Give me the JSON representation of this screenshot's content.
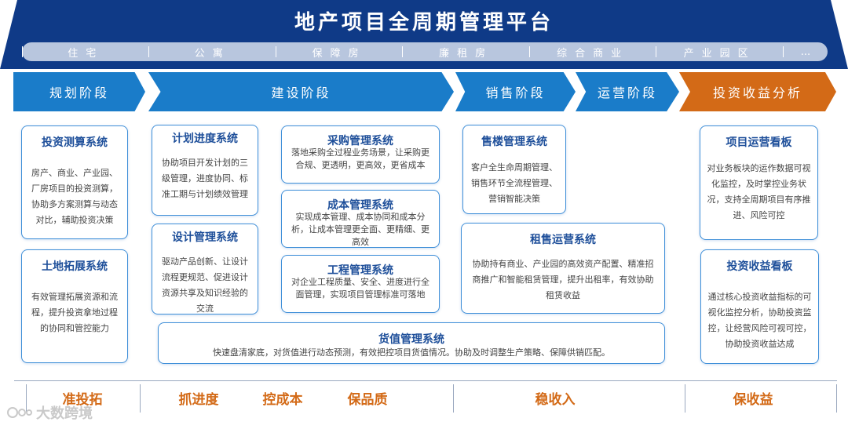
{
  "header": {
    "title": "地产项目全周期管理平台",
    "types": [
      "住宅",
      "公寓",
      "保障房",
      "廉租房",
      "综合商业",
      "产业园区",
      "..."
    ]
  },
  "stages": [
    "规划阶段",
    "建设阶段",
    "销售阶段",
    "运营阶段",
    "投资收益分析"
  ],
  "systems": {
    "investment_calc": {
      "title": "投资测算系统",
      "desc": "房产、商业、产业园、厂房项目的投资测算，协助多方案测算与动态对比，辅助投资决策"
    },
    "land_expansion": {
      "title": "土地拓展系统",
      "desc": "有效管理拓展资源和流程，提升投资拿地过程的协同和管控能力"
    },
    "plan_progress": {
      "title": "计划进度系统",
      "desc": "协助项目开发计划的三级管理，进度协同、标准工期与计划绩效管理"
    },
    "design_mgmt": {
      "title": "设计管理系统",
      "desc": "驱动产品创新、让设计流程更规范、促进设计资源共享及知识经验的交流"
    },
    "procurement": {
      "title": "采购管理系统",
      "desc": "落地采购全过程业务场景，让采购更合规、更透明，更高效，更省成本"
    },
    "cost_mgmt": {
      "title": "成本管理系统",
      "desc": "实现成本管理、成本协同和成本分析，让成本管理更全面、更精细、更高效"
    },
    "engineering": {
      "title": "工程管理系统",
      "desc": "对企业工程质量、安全、进度进行全面管理，实现项目管理标准可落地"
    },
    "sales": {
      "title": "售楼管理系统",
      "desc": "客户全生命周期管理、销售环节全流程管理、营销智能决策"
    },
    "leasing": {
      "title": "租售运营系统",
      "desc": "协助持有商业、产业园的高效资产配置、精准招商推广和智能租赁管理，提升出租率，有效协助租赁收益"
    },
    "ops_board": {
      "title": "项目运营看板",
      "desc": "对业务板块的运作数据可视化监控，及时掌控业务状况，支持全周期项目有序推进、风险可控"
    },
    "income_board": {
      "title": "投资收益看板",
      "desc": "通过核心投资收益指标的可视化监控分析，协助投资监控，让经营风险可视可控，协助投资收益达成"
    },
    "value": {
      "title": "货值管理系统",
      "desc": "快速盘清家底，对货值进行动态预测，有效把控项目货值情况。协助及时调整生产策略、保障供销匹配。"
    }
  },
  "goals": [
    "准投拓",
    "抓进度",
    "控成本",
    "保品质",
    "稳收入",
    "保收益"
  ],
  "watermark": "大数跨境",
  "colors": {
    "navy": "#0f3a87",
    "blue": "#1a7cc9",
    "orange": "#d36a17",
    "box_border": "#3f8fd8",
    "title_text": "#1e4f9a"
  }
}
